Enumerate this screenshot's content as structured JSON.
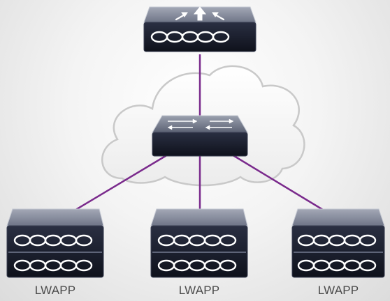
{
  "diagram": {
    "nodes": [
      {
        "id": "router",
        "kind": "router",
        "label": ""
      },
      {
        "id": "switch",
        "kind": "switch",
        "label": ""
      },
      {
        "id": "ap-left",
        "kind": "lwapp-access-point",
        "label": "LWAPP"
      },
      {
        "id": "ap-center",
        "kind": "lwapp-access-point",
        "label": "LWAPP"
      },
      {
        "id": "ap-right",
        "kind": "lwapp-access-point",
        "label": "LWAPP"
      }
    ],
    "edges": [
      {
        "from": "router",
        "to": "switch"
      },
      {
        "from": "switch",
        "to": "ap-left"
      },
      {
        "from": "switch",
        "to": "ap-center"
      },
      {
        "from": "switch",
        "to": "ap-right"
      }
    ],
    "background": "network-cloud",
    "colors": {
      "link": "#7a2a8c",
      "device_top": "#8e94a4",
      "device_face": "#1c2030",
      "device_rim": "#b8bcc8",
      "port_pattern": "#ffffff",
      "cloud_fill": "#f7f7f7",
      "cloud_stroke": "#c9c9c9",
      "label_text": "#4a4a4a"
    }
  }
}
